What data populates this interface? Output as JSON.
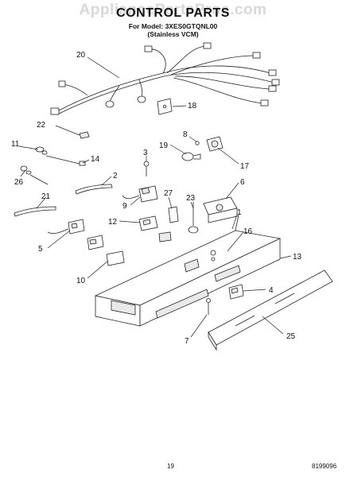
{
  "header": {
    "watermark": "AppliancePartsPros.com",
    "title": "CONTROL PARTS",
    "model_line": "For Model: 3XES0GTQNL00",
    "variant_line": "(Stainless VCM)"
  },
  "callouts": {
    "c1": "1",
    "c2": "2",
    "c3": "3",
    "c4": "4",
    "c5": "5",
    "c6": "6",
    "c7": "7",
    "c8": "8",
    "c9": "9",
    "c10": "10",
    "c11": "11",
    "c12": "12",
    "c13": "13",
    "c14": "14",
    "c16": "16",
    "c17": "17",
    "c18": "18",
    "c19": "19",
    "c20": "20",
    "c21": "21",
    "c22": "22",
    "c23": "23",
    "c25": "25",
    "c26": "26",
    "c27": "27"
  },
  "footer": {
    "page_number": "19",
    "document_number": "8199096"
  }
}
